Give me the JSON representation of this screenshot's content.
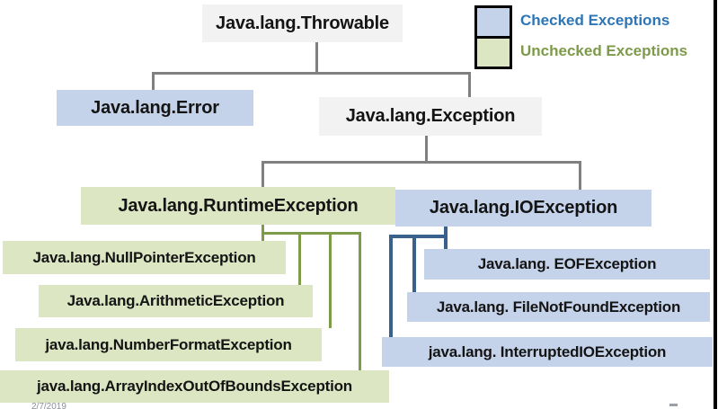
{
  "legend": {
    "checked_label": "Checked Exceptions",
    "unchecked_label": "Unchecked Exceptions"
  },
  "nodes": {
    "throwable": {
      "label": "Java.lang.Throwable",
      "type": "neutral"
    },
    "error": {
      "label": "Java.lang.Error",
      "type": "checked"
    },
    "exception": {
      "label": "Java.lang.Exception",
      "type": "neutral"
    },
    "runtime": {
      "label": "Java.lang.RuntimeException",
      "type": "unchecked"
    },
    "ioexception": {
      "label": "Java.lang.IOException",
      "type": "checked"
    },
    "nullpointer": {
      "label": "Java.lang.NullPointerException",
      "type": "unchecked"
    },
    "arithmetic": {
      "label": "Java.lang.ArithmeticException",
      "type": "unchecked"
    },
    "numberformat": {
      "label": "java.lang.NumberFormatException",
      "type": "unchecked"
    },
    "arrayindex": {
      "label": "java.lang.ArrayIndexOutOfBoundsException",
      "type": "unchecked"
    },
    "eof": {
      "label": "Java.lang. EOFException",
      "type": "checked"
    },
    "filenotfound": {
      "label": "Java.lang. FileNotFoundException",
      "type": "checked"
    },
    "interruptedio": {
      "label": "java.lang. InterruptedIOException",
      "type": "checked"
    }
  },
  "footer": {
    "date": "2/7/2019"
  },
  "colors": {
    "checked_fill": "#c4d3ea",
    "unchecked_fill": "#dce6c3",
    "neutral_fill": "#f2f2f2",
    "checked_text": "#2e75b6",
    "unchecked_text": "#7d9a4a",
    "gray_line": "#808080",
    "green_line": "#7e9b49",
    "blue_line": "#38618c"
  }
}
